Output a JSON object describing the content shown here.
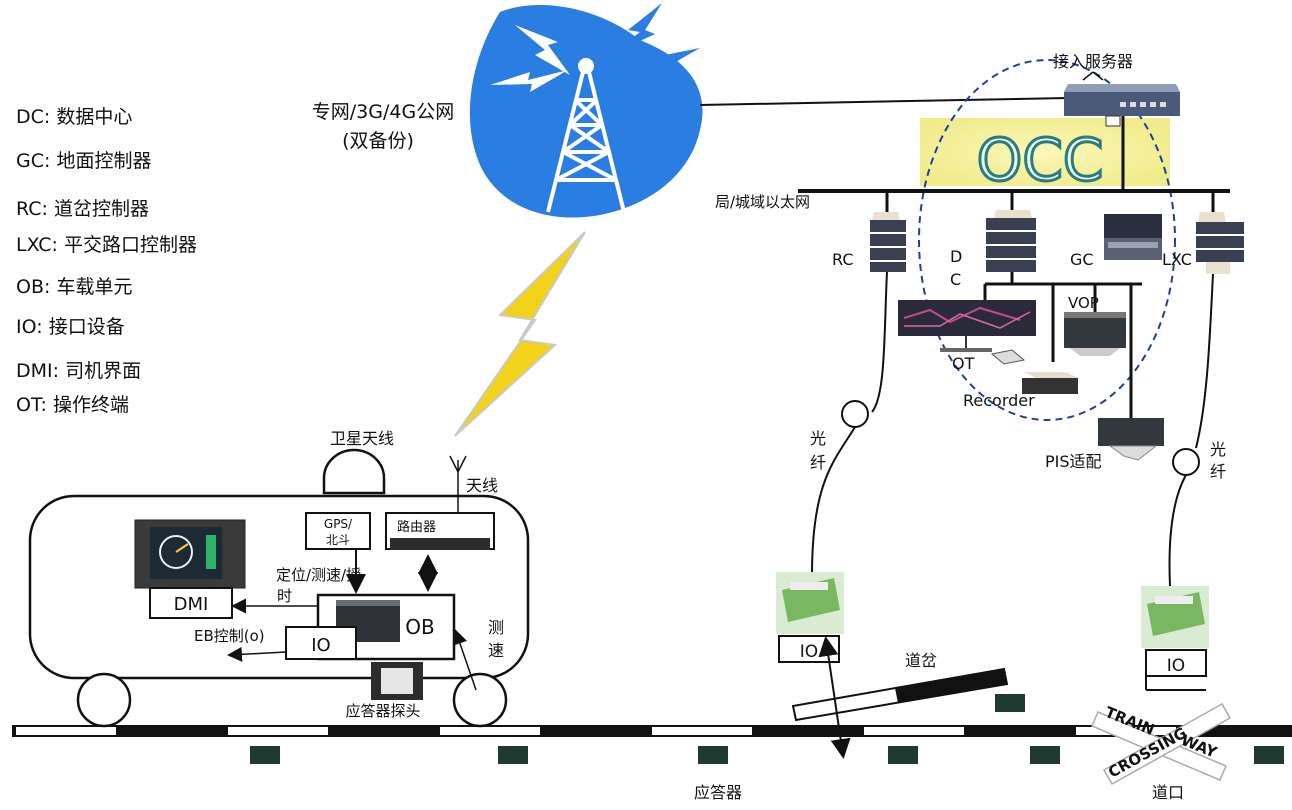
{
  "legend": [
    {
      "abbr": "DC",
      "text": "数据中心"
    },
    {
      "abbr": "GC",
      "text": "地面控制器"
    },
    {
      "abbr": "RC",
      "text": "道岔控制器"
    },
    {
      "abbr": "LXC",
      "text": "平交路口控制器"
    },
    {
      "abbr": "OB",
      "text": "车载单元"
    },
    {
      "abbr": "IO",
      "text": "接口设备"
    },
    {
      "abbr": "DMI",
      "text": "司机界面"
    },
    {
      "abbr": "OT",
      "text": "操作终端"
    }
  ],
  "network": {
    "line1": "专网/3G/4G公网",
    "line2": "(双备份)"
  },
  "server": {
    "label": "接入服务器"
  },
  "occ": {
    "label": "OCC"
  },
  "ethernet": {
    "label": "局/城域以太网"
  },
  "ground": {
    "rc": "RC",
    "dc1": "D",
    "dc2": "C",
    "gc": "GC",
    "lxc": "LXC",
    "vop": "VOP",
    "ot": "OT",
    "recorder": "Recorder",
    "pis": "PIS适配",
    "fiber_left": [
      "光",
      "纤"
    ],
    "fiber_right": [
      "光",
      "纤"
    ]
  },
  "train": {
    "satellite": "卫星天线",
    "antenna": "天线",
    "gps1": "GPS/",
    "gps2": "北斗",
    "router": "路由器",
    "dmi": "DMI",
    "ob": "OB",
    "io": "IO",
    "position1": "定位/测速/授",
    "position2": "时",
    "eb": "EB控制(o)",
    "speed1": "测",
    "speed2": "速",
    "probe": "应答器探头"
  },
  "track": {
    "io_left": "IO",
    "io_right": "IO",
    "switch": "道岔",
    "balise": "应答器",
    "crossing": "道口",
    "sign1": "TRAIN",
    "sign2": "CROSSING",
    "sign_way": "WAY"
  },
  "colors": {
    "cloud": "#2a7de1",
    "bolt": "#f3d21a",
    "occ_glow": "#f7f3a6",
    "ellipse": "#1a3fa8"
  }
}
